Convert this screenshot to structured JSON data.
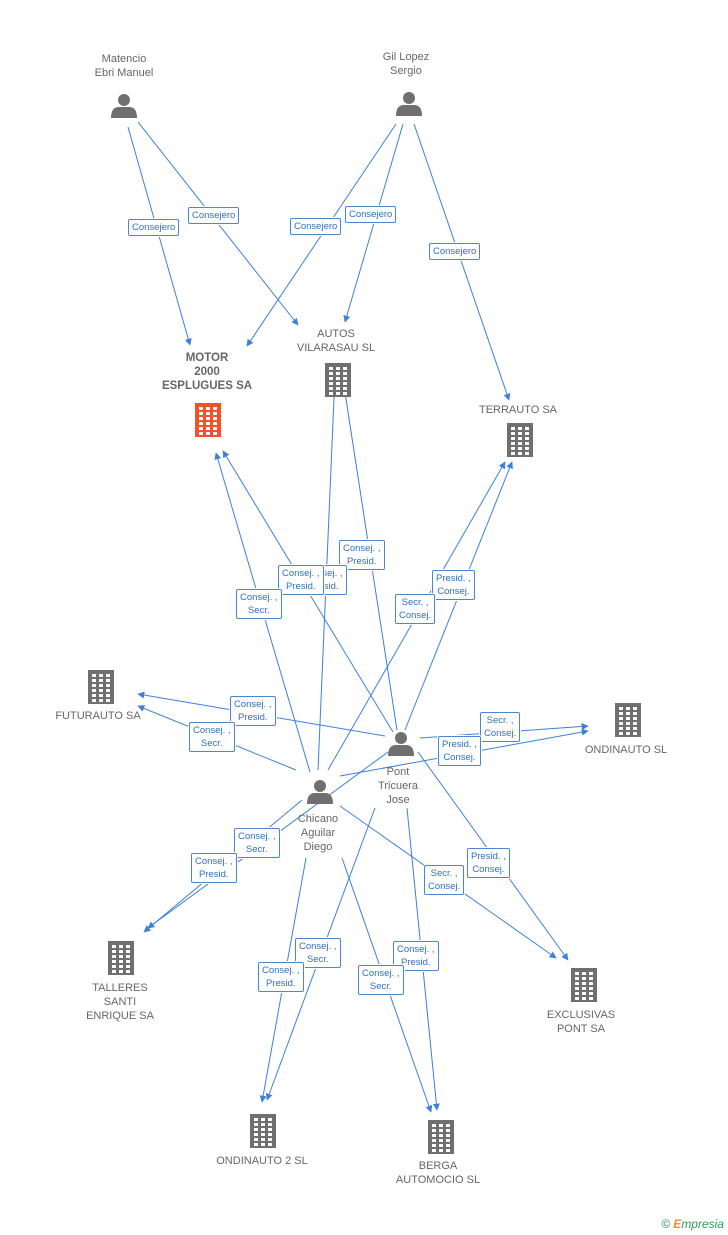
{
  "colors": {
    "edge": "#3d80d8",
    "building": "#6f6f6f",
    "main_building": "#f0532b",
    "person": "#6f6f6f",
    "label_border": "#4a86d4"
  },
  "persons": [
    {
      "id": "matencio",
      "lines": [
        "Matencio",
        "Ebri Manuel"
      ]
    },
    {
      "id": "gil",
      "lines": [
        "Gil Lopez",
        "Sergio"
      ]
    },
    {
      "id": "pont",
      "lines": [
        "Pont",
        "Tricuera",
        "Jose"
      ]
    },
    {
      "id": "chicano",
      "lines": [
        "Chicano",
        "Aguilar",
        "Diego"
      ]
    }
  ],
  "companies": [
    {
      "id": "motor",
      "lines": [
        "MOTOR",
        "2000",
        "ESPLUGUES SA"
      ],
      "main": true
    },
    {
      "id": "autos",
      "lines": [
        "AUTOS",
        "VILARASAU SL"
      ]
    },
    {
      "id": "terrauto",
      "lines": [
        "TERRAUTO SA"
      ]
    },
    {
      "id": "futurauto",
      "lines": [
        "FUTURAUTO SA"
      ]
    },
    {
      "id": "ondinauto",
      "lines": [
        "ONDINAUTO SL"
      ]
    },
    {
      "id": "talleres",
      "lines": [
        "TALLERES",
        "SANTI",
        "ENRIQUE SA"
      ]
    },
    {
      "id": "exclusivas",
      "lines": [
        "EXCLUSIVAS",
        "PONT SA"
      ]
    },
    {
      "id": "ondinauto2",
      "lines": [
        "ONDINAUTO 2 SL"
      ]
    },
    {
      "id": "berga",
      "lines": [
        "BERGA",
        "AUTOMOCIO SL"
      ]
    }
  ],
  "relations": [
    {
      "id": "r1",
      "from": "matencio",
      "to": "motor",
      "label": [
        "Consejero"
      ]
    },
    {
      "id": "r2",
      "from": "matencio",
      "to": "autos",
      "label": [
        "Consejero"
      ]
    },
    {
      "id": "r3",
      "from": "gil",
      "to": "motor",
      "label": [
        "Consejero"
      ]
    },
    {
      "id": "r4",
      "from": "gil",
      "to": "autos",
      "label": [
        "Consejero"
      ]
    },
    {
      "id": "r5",
      "from": "gil",
      "to": "terrauto",
      "label": [
        "Consejero"
      ]
    },
    {
      "id": "r6",
      "from": "pont",
      "to": "autos",
      "label": [
        "Consej. ,",
        "Presid."
      ]
    },
    {
      "id": "r7",
      "from": "chicano",
      "to": "autos",
      "label": [
        "Consej. ,",
        "Presid."
      ]
    },
    {
      "id": "r8",
      "from": "pont",
      "to": "motor",
      "label": [
        "Consej. ,",
        "Presid."
      ]
    },
    {
      "id": "r9",
      "from": "chicano",
      "to": "motor",
      "label": [
        "Consej. ,",
        "Secr."
      ]
    },
    {
      "id": "r10",
      "from": "pont",
      "to": "terrauto",
      "label": [
        "Presid. ,",
        "Consej."
      ]
    },
    {
      "id": "r11",
      "from": "chicano",
      "to": "terrauto",
      "label": [
        "Secr. ,",
        "Consej."
      ]
    },
    {
      "id": "r12",
      "from": "pont",
      "to": "futurauto",
      "label": [
        "Consej. ,",
        "Presid."
      ]
    },
    {
      "id": "r13",
      "from": "chicano",
      "to": "futurauto",
      "label": [
        "Consej. ,",
        "Secr."
      ]
    },
    {
      "id": "r14",
      "from": "pont",
      "to": "ondinauto",
      "label": [
        "Secr. ,",
        "Consej."
      ]
    },
    {
      "id": "r15",
      "from": "chicano",
      "to": "ondinauto",
      "label": [
        "Presid. ,",
        "Consej."
      ]
    },
    {
      "id": "r16",
      "from": "pont",
      "to": "talleres",
      "label": [
        "Consej. ,",
        "Secr."
      ]
    },
    {
      "id": "r17",
      "from": "chicano",
      "to": "talleres",
      "label": [
        "Consej. ,",
        "Presid."
      ]
    },
    {
      "id": "r18",
      "from": "pont",
      "to": "exclusivas",
      "label": [
        "Presid. ,",
        "Consej."
      ]
    },
    {
      "id": "r19",
      "from": "chicano",
      "to": "exclusivas",
      "label": [
        "Secr. ,",
        "Consej."
      ]
    },
    {
      "id": "r20",
      "from": "pont",
      "to": "ondinauto2",
      "label": [
        "Consej. ,",
        "Secr."
      ]
    },
    {
      "id": "r21",
      "from": "chicano",
      "to": "ondinauto2",
      "label": [
        "Consej. ,",
        "Presid."
      ]
    },
    {
      "id": "r22",
      "from": "pont",
      "to": "berga",
      "label": [
        "Consej. ,",
        "Presid."
      ]
    },
    {
      "id": "r23",
      "from": "chicano",
      "to": "berga",
      "label": [
        "Consej. ,",
        "Secr."
      ]
    }
  ],
  "brand": {
    "copyright": "©",
    "initial": "E",
    "rest": "mpresia"
  }
}
